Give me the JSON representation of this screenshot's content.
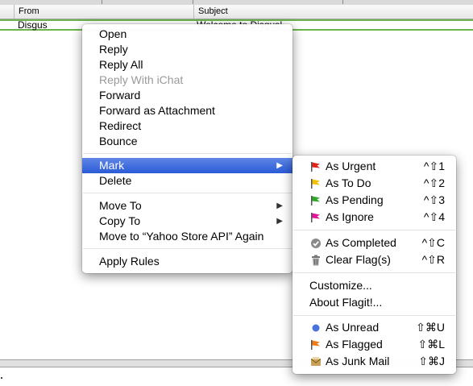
{
  "columns": {
    "from": "From",
    "subject": "Subject"
  },
  "message": {
    "from": "Disgus",
    "subject_fragment": "Welcome to Disqus!"
  },
  "context_menu": {
    "items": {
      "open": "Open",
      "reply": "Reply",
      "reply_all": "Reply All",
      "reply_ichat": "Reply With iChat",
      "forward": "Forward",
      "forward_attachment": "Forward as Attachment",
      "redirect": "Redirect",
      "bounce": "Bounce",
      "mark": "Mark",
      "delete": "Delete",
      "move_to": "Move To",
      "copy_to": "Copy To",
      "move_again": "Move to “Yahoo Store API” Again",
      "apply_rules": "Apply Rules"
    }
  },
  "mark_submenu": {
    "items": [
      {
        "label": "As Urgent",
        "shortcut": "^⇧1",
        "icon": "red-flag-icon",
        "color": "#e0231b"
      },
      {
        "label": "As To Do",
        "shortcut": "^⇧2",
        "icon": "yellow-flag-icon",
        "color": "#f2c200"
      },
      {
        "label": "As Pending",
        "shortcut": "^⇧3",
        "icon": "green-flag-icon",
        "color": "#2fa82b"
      },
      {
        "label": "As Ignore",
        "shortcut": "^⇧4",
        "icon": "pink-flag-icon",
        "color": "#e0179a"
      },
      {
        "label": "As Completed",
        "shortcut": "^⇧C",
        "icon": "checkmark-icon"
      },
      {
        "label": "Clear Flag(s)",
        "shortcut": "^⇧R",
        "icon": "trash-icon"
      },
      {
        "label": "Customize...",
        "shortcut": ""
      },
      {
        "label": "About Flagit!...",
        "shortcut": ""
      },
      {
        "label": "As Unread",
        "shortcut": "⇧⌘U",
        "icon": "unread-dot-icon",
        "color": "#4a72d9"
      },
      {
        "label": "As Flagged",
        "shortcut": "⇧⌘L",
        "icon": "orange-flag-icon",
        "color": "#f07a14"
      },
      {
        "label": "As Junk Mail",
        "shortcut": "⇧⌘J",
        "icon": "junk-mail-icon",
        "color": "#b58a3c"
      }
    ]
  }
}
